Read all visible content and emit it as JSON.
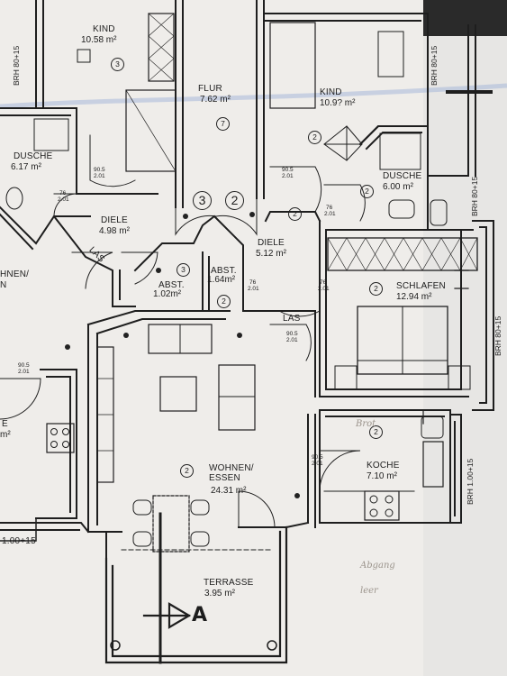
{
  "rooms": {
    "kind_top": {
      "name": "KIND",
      "area": "10.58 m²",
      "num": "3"
    },
    "flur": {
      "name": "FLUR",
      "area": "7.62 m²",
      "num": "7"
    },
    "kind_right": {
      "name": "KIND",
      "area": "10.9? m²",
      "num": "2"
    },
    "dusche_left": {
      "name": "DUSCHE",
      "area": "6.17 m²"
    },
    "dusche_right": {
      "name": "DUSCHE",
      "area": "6.00 m²",
      "num": "2"
    },
    "diele_left": {
      "name": "DIELE",
      "area": "4.98 m²"
    },
    "diele_right": {
      "name": "DIELE",
      "area": "5.12 m²",
      "num": "2"
    },
    "abst_left": {
      "name": "ABST.",
      "area": "1.02m²",
      "num": "3"
    },
    "abst_mid": {
      "name": "ABST.",
      "area": "1.64m²",
      "num": "2"
    },
    "schlafen": {
      "name": "SCHLAFEN",
      "area": "12.94 m²",
      "num": "2"
    },
    "wohnen": {
      "name": "WOHNEN/ ESSEN",
      "area": "24.31 m²",
      "num": "2"
    },
    "koche": {
      "name": "KOCHE",
      "area": "7.10 m²",
      "num": "2"
    },
    "terrasse": {
      "name": "TERRASSE",
      "area": "3.95 m²"
    },
    "left_partial_top": {
      "name": "HNEN/",
      "area": "N"
    },
    "left_partial_mid": {
      "name": "E",
      "area": "m²"
    }
  },
  "labels": {
    "las_left": "LAS",
    "las_right": "LAS",
    "circle_3_big": "3",
    "circle_2_big": "2",
    "section_arrow": "A",
    "dim_bottom_left": "1.00+15",
    "brh_left": "BRH 80+15",
    "brh_right_top": "BRH 80+15",
    "brh_right_mid": "BRH 80+15",
    "brh_right_schlafen": "BRH 80+15",
    "brh_right_koche": "BRH 1.00+15",
    "door_90_5": "90.5",
    "door_2_01": "2.01",
    "door_76": "76",
    "handwritten_1": "Brot",
    "handwritten_2": "Abgang",
    "handwritten_3": "leer"
  }
}
